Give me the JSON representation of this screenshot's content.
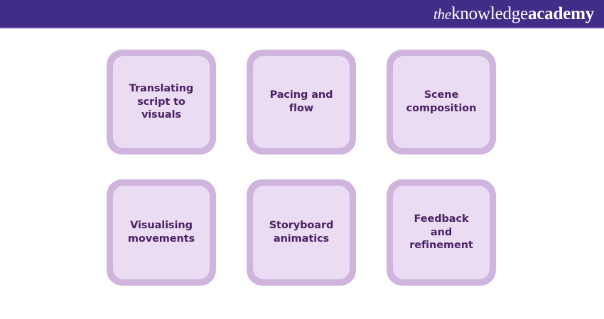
{
  "header": {
    "brand": {
      "the": "the",
      "knowledge": "knowledge",
      "academy": "academy"
    },
    "background_color": "#412D87",
    "underline_color": "#5B4BA3",
    "text_color": "#FFFFFF"
  },
  "theme": {
    "card_frame_color": "#CFB5DE",
    "card_inner_color": "#EADCF3",
    "card_text_color": "#4C2266",
    "page_background": "#FFFFFF"
  },
  "grid": {
    "columns": 3,
    "rows": 2,
    "cards": [
      {
        "label": "Translating\nscript to\nvisuals"
      },
      {
        "label": "Pacing and\nflow"
      },
      {
        "label": "Scene\ncomposition"
      },
      {
        "label": "Visualising\nmovements"
      },
      {
        "label": "Storyboard\nanimatics"
      },
      {
        "label": "Feedback\nand\nrefinement"
      }
    ]
  }
}
